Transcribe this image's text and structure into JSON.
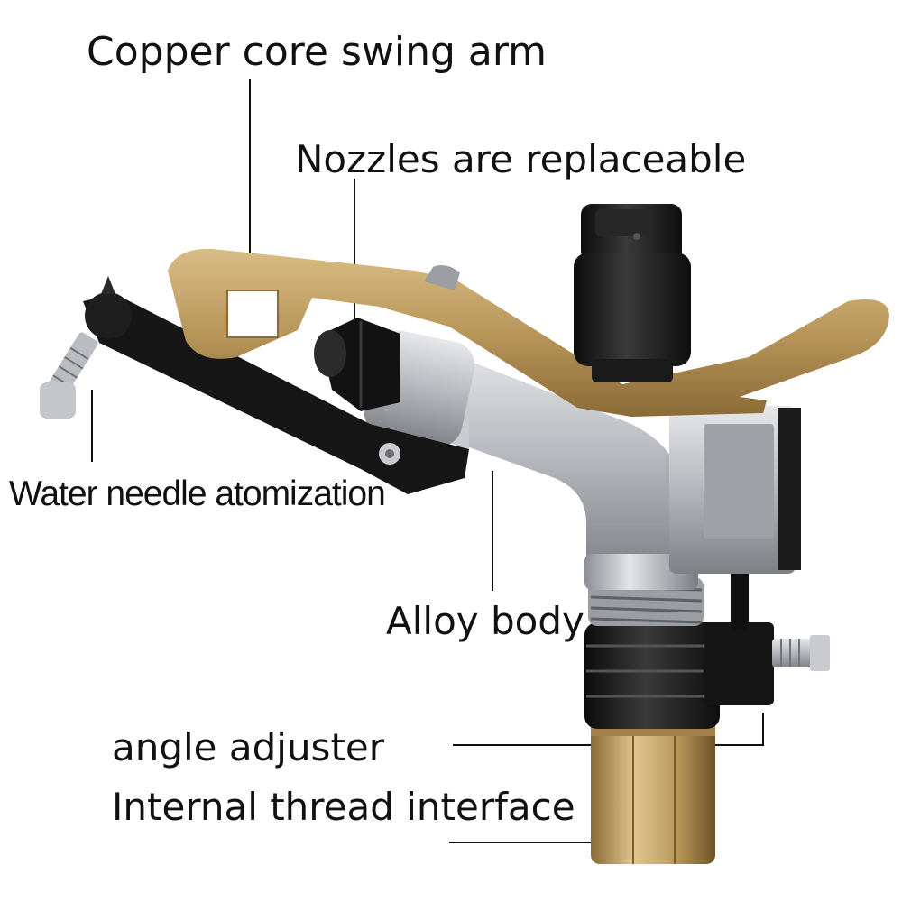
{
  "labels": {
    "swing_arm": "Copper core swing arm",
    "nozzles": "Nozzles are replaceable",
    "water_needle": "Water needle atomization",
    "alloy_body": "Alloy body",
    "angle_adjuster": "angle adjuster",
    "thread_interface": "Internal thread interface"
  },
  "colors": {
    "brass": "#b8965a",
    "alloy": "#b9bcc0",
    "black_plastic": "#1c1c1c",
    "leader_line": "#111111"
  }
}
